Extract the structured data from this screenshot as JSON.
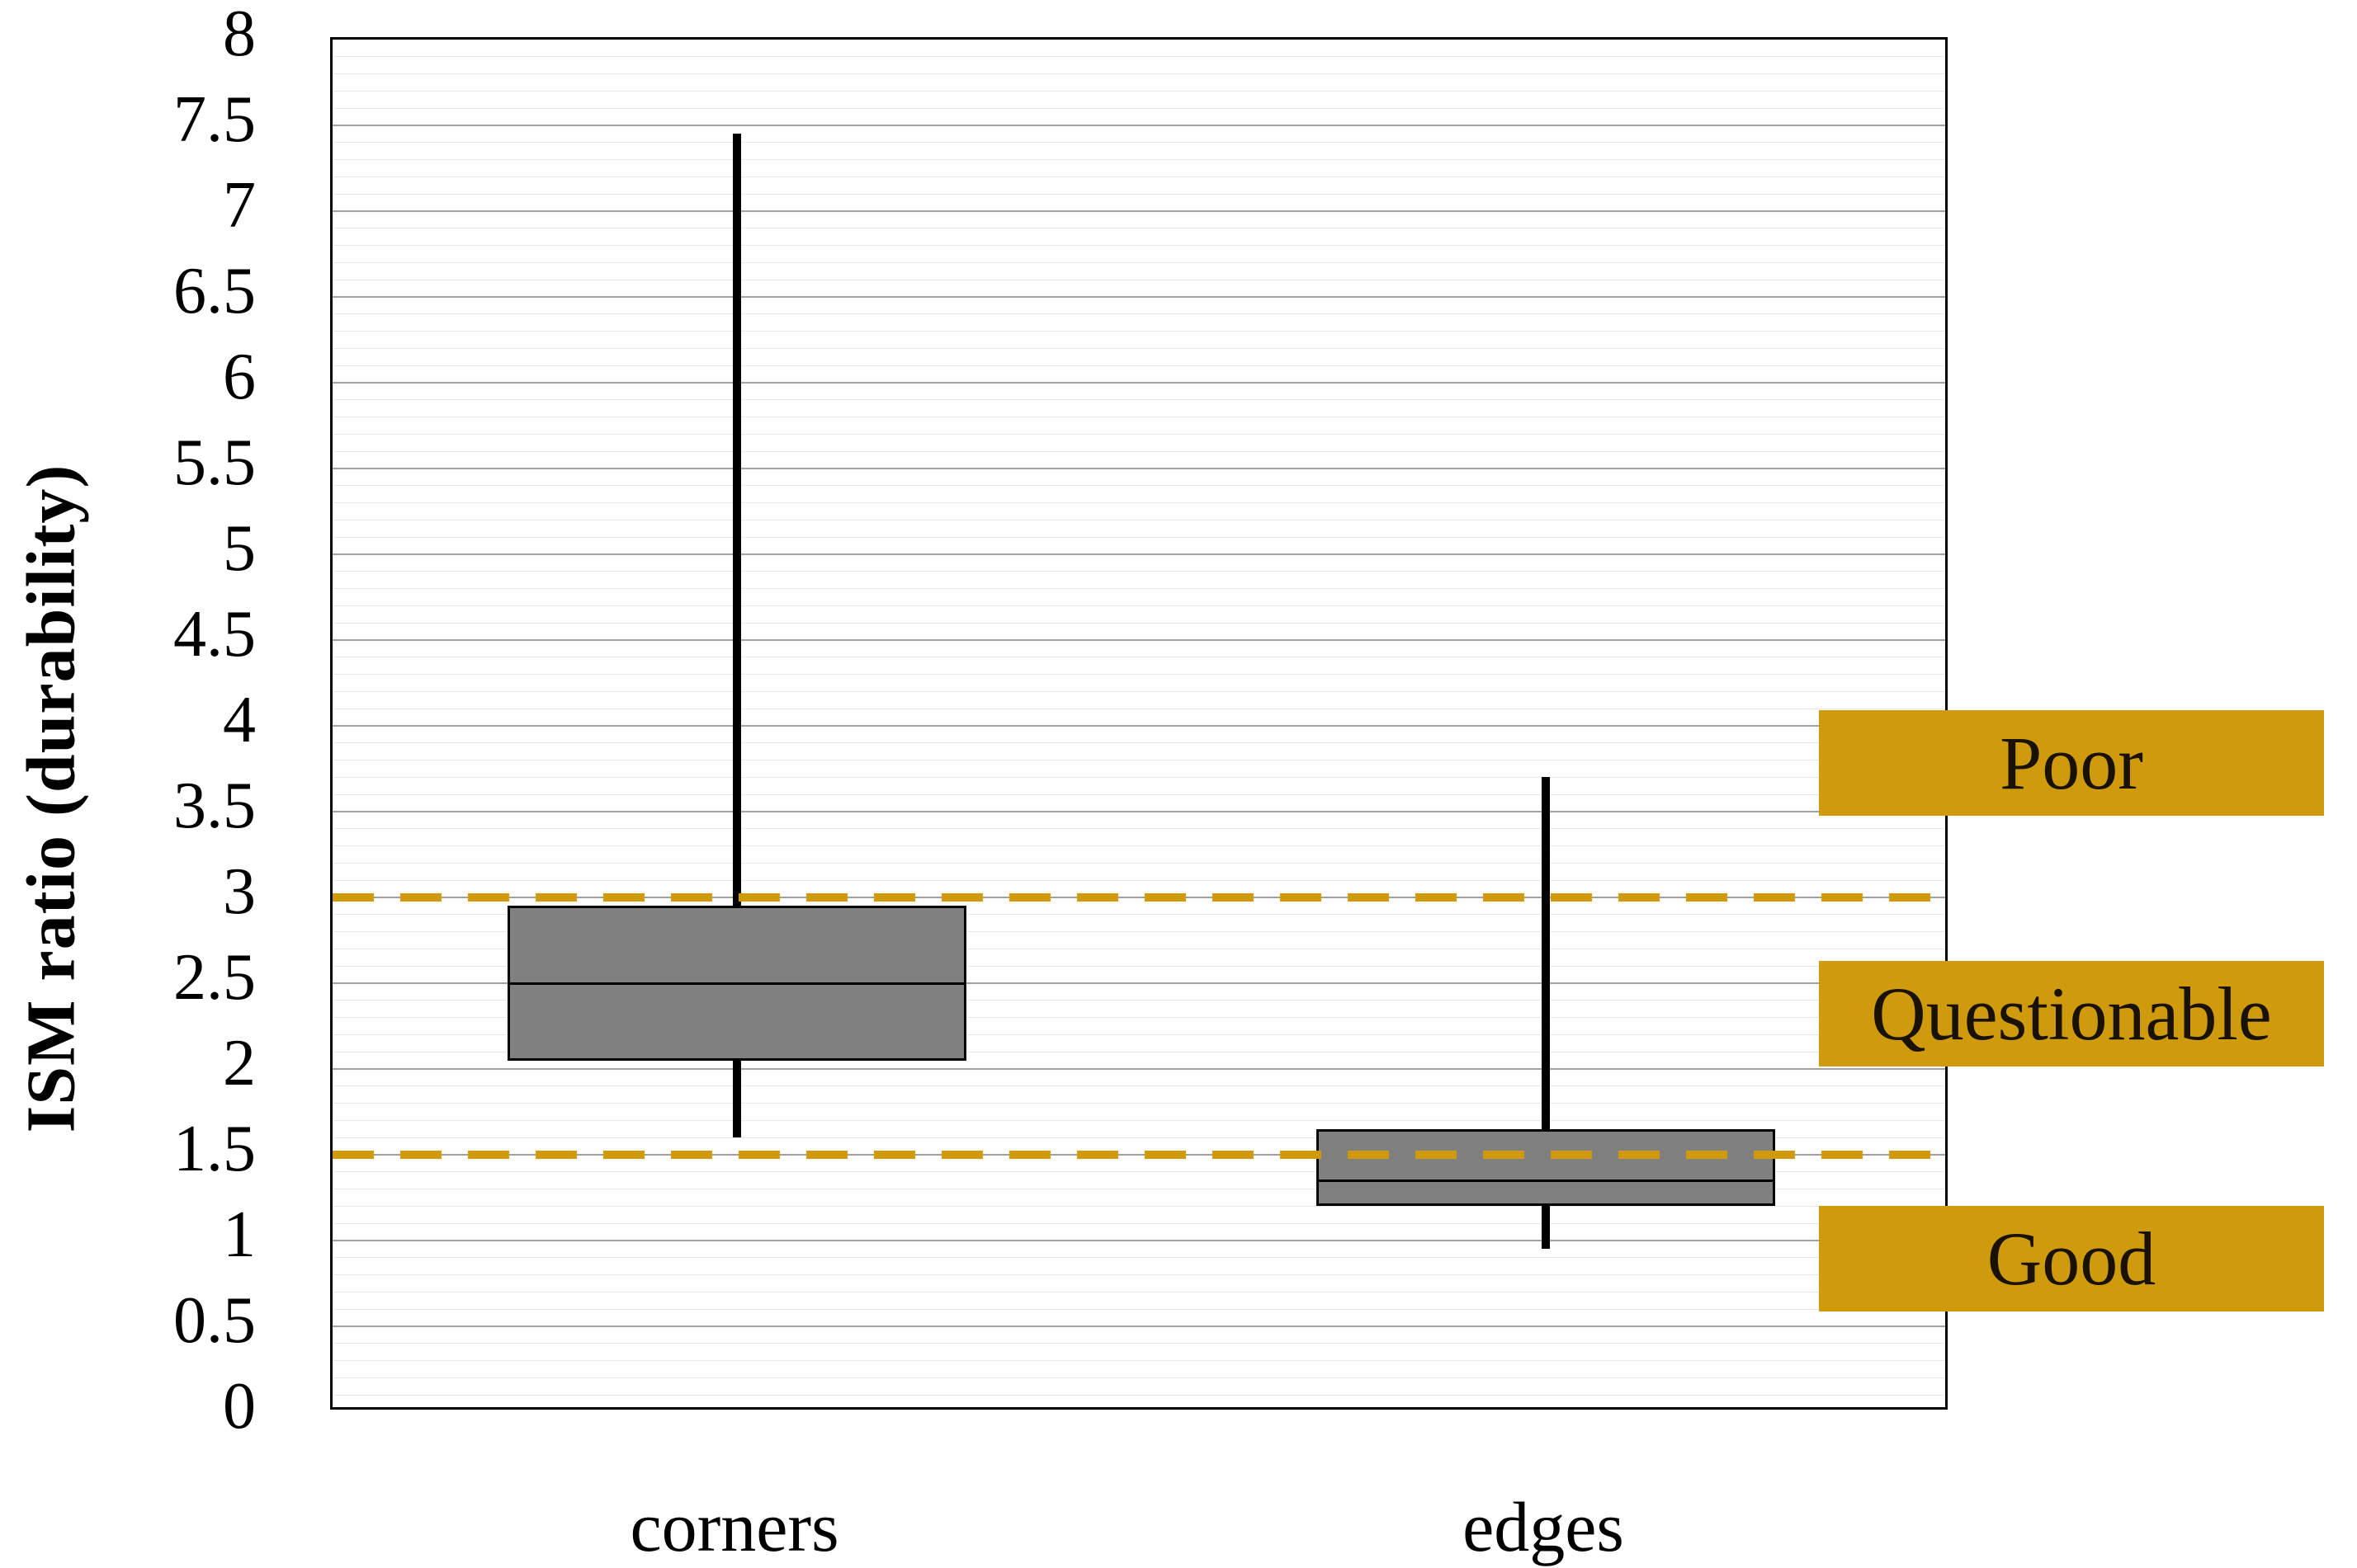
{
  "chart_data": {
    "type": "boxplot",
    "title": "",
    "ylabel": "ISM ratio (durability)",
    "xlabel": "",
    "ylim": [
      0,
      8
    ],
    "ytick_step": 0.5,
    "ytick_labels": [
      "0",
      "0.5",
      "1",
      "1.5",
      "2",
      "2.5",
      "3",
      "3.5",
      "4",
      "4.5",
      "5",
      "5.5",
      "6",
      "6.5",
      "7",
      "7.5",
      "8"
    ],
    "major_gridline_step": 0.5,
    "minor_gridline_step": 0.1,
    "grid": true,
    "legend_position": "none",
    "categories": [
      "corners",
      "edges"
    ],
    "series": [
      {
        "name": "corners",
        "min": 1.6,
        "q1": 2.05,
        "median": 2.5,
        "q3": 2.95,
        "max": 7.45
      },
      {
        "name": "edges",
        "min": 0.95,
        "q1": 1.2,
        "median": 1.35,
        "q3": 1.65,
        "max": 3.7
      }
    ],
    "thresholds": [
      {
        "value": 3.0,
        "style": "dashed"
      },
      {
        "value": 1.5,
        "style": "dashed"
      }
    ],
    "zones": [
      {
        "label": "Poor",
        "center": 3.77
      },
      {
        "label": "Questionable",
        "center": 2.31
      },
      {
        "label": "Good",
        "center": 0.88
      }
    ]
  },
  "colors": {
    "accent_gold": "#CF9A0B",
    "box_fill": "#808080",
    "box_border": "#000000",
    "whisker": "#000000",
    "median": "#000000",
    "major_gridline": "#A0A0A0",
    "minor_gridline": "#E8E8E8",
    "axis_border": "#000000",
    "zone_text": "#1A1200",
    "background": "#FFFFFF"
  }
}
